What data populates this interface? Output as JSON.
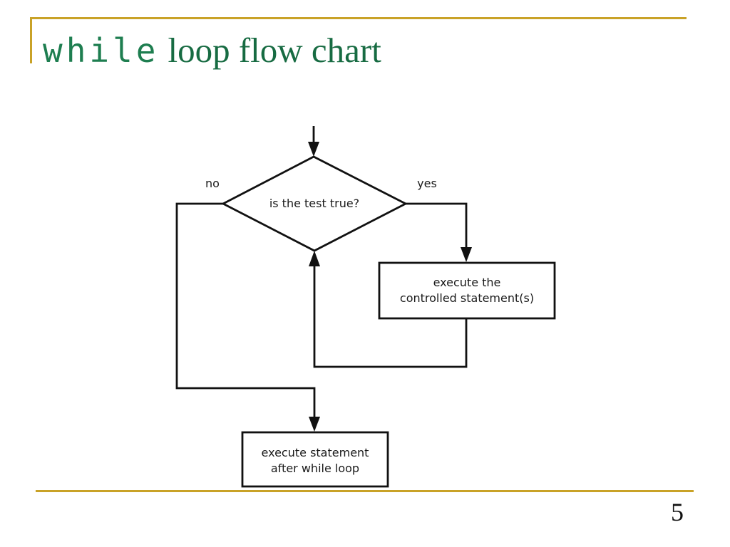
{
  "slide": {
    "title_code": "while",
    "title_rest": "loop flow chart",
    "page_number": "5"
  },
  "flowchart": {
    "decision_label": "is the test true?",
    "no_label": "no",
    "yes_label": "yes",
    "controlled_box_line1": "execute the",
    "controlled_box_line2": "controlled statement(s)",
    "after_box_line1": "execute statement",
    "after_box_line2": "after while loop"
  },
  "colors": {
    "accent_gold": "#C9A227",
    "title_code_green": "#1E7E50",
    "title_serif_green": "#176B42",
    "flow_line_black": "#111111",
    "background": "#FFFFFF"
  }
}
